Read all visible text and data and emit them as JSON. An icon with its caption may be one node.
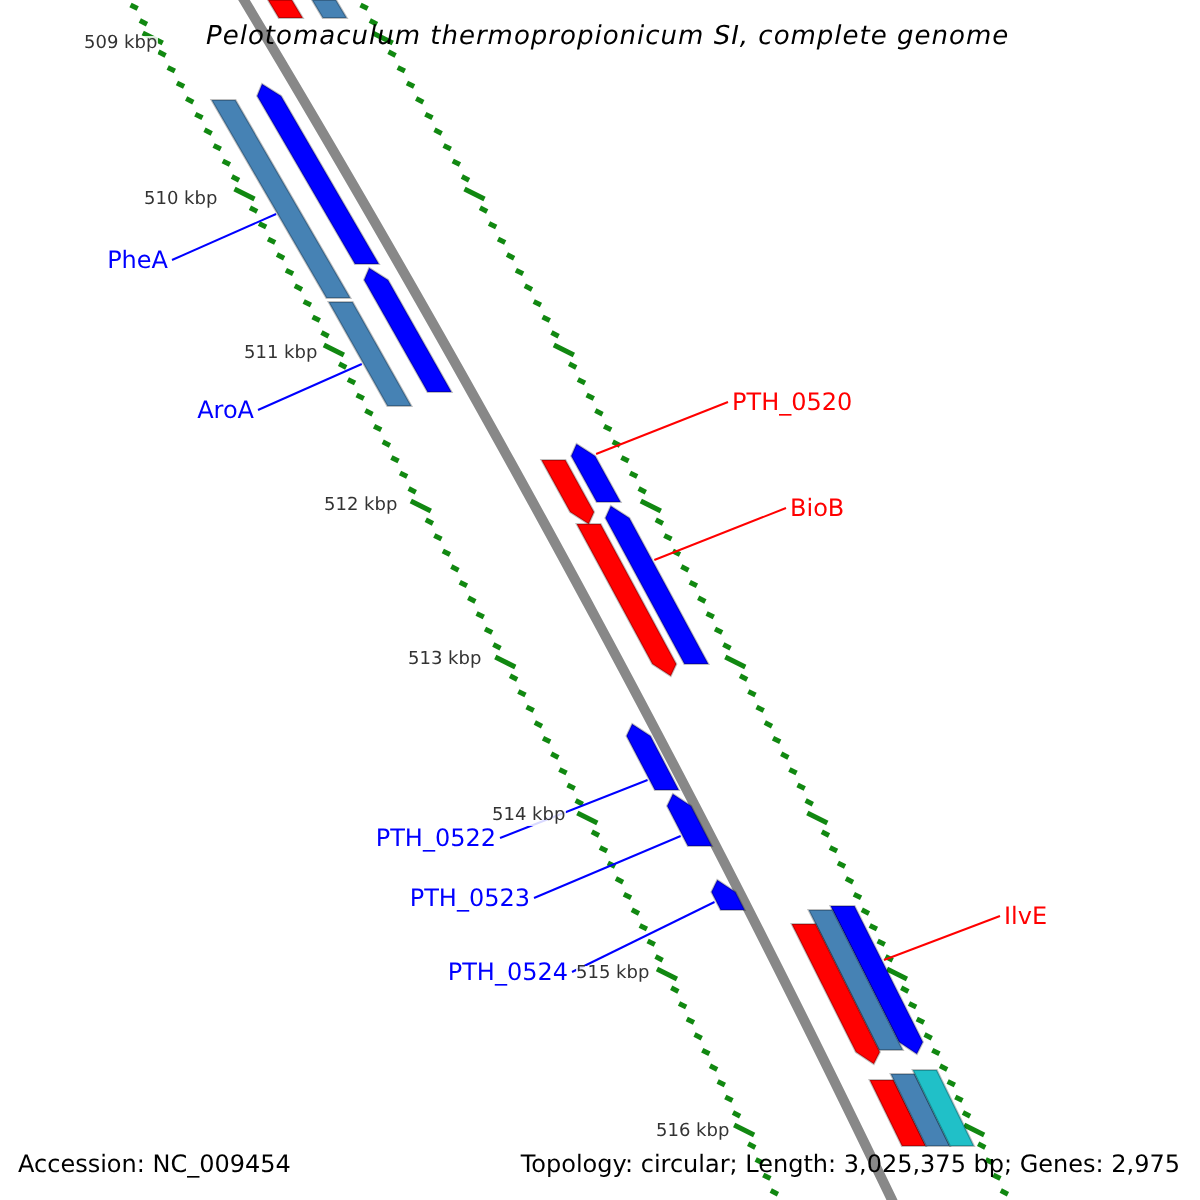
{
  "diagram": {
    "title": "Pelotomaculum thermopropionicum SI, complete genome",
    "nodes": [
      {
        "text": [
          "PheA"
        ]
      },
      {
        "text": [
          "AroA"
        ]
      },
      {
        "text": [
          "PTH_0520"
        ]
      },
      {
        "text": [
          "BioB"
        ]
      },
      {
        "text": [
          "PTH_0522"
        ]
      },
      {
        "text": [
          "PTH_0523"
        ]
      },
      {
        "text": [
          "PTH_0524"
        ]
      },
      {
        "text": [
          "IlvE"
        ]
      },
      {
        "text": [],
        "shape": "bar"
      },
      {
        "text": [],
        "shape": "bar"
      },
      {
        "text": [],
        "shape": "arrow"
      },
      {
        "text": [],
        "shape": "arrow"
      },
      {
        "text": [],
        "shape": "arrow"
      },
      {
        "text": [],
        "shape": "arrow"
      },
      {
        "text": [],
        "shape": "arrow"
      },
      {
        "text": [],
        "shape": "arrow"
      },
      {
        "text": [],
        "shape": "bar"
      },
      {
        "text": [],
        "shape": "bar"
      },
      {
        "text": [],
        "shape": "arrow"
      },
      {
        "text": [],
        "shape": "arrow"
      },
      {
        "text": [],
        "shape": "arrow"
      },
      {
        "text": [],
        "shape": "arrow"
      },
      {
        "text": [],
        "shape": "bar"
      },
      {
        "text": [],
        "shape": "arrow"
      },
      {
        "text": [],
        "shape": "bar"
      },
      {
        "text": [],
        "shape": "bar"
      },
      {
        "text": [],
        "shape": "bar"
      }
    ],
    "edges": [
      {
        "from": 0,
        "to": 8,
        "arrow": "none"
      },
      {
        "from": 1,
        "to": 9,
        "arrow": "none"
      },
      {
        "from": 2,
        "to": 10,
        "arrow": "none",
        "color": "#ff0000"
      },
      {
        "from": 3,
        "to": 11,
        "arrow": "none",
        "color": "#ff0000"
      },
      {
        "from": 4,
        "to": 12,
        "arrow": "none"
      },
      {
        "from": 5,
        "to": 13,
        "arrow": "none"
      },
      {
        "from": 6,
        "to": 14,
        "arrow": "none"
      },
      {
        "from": 7,
        "to": 15,
        "arrow": "none",
        "color": "#ff0000"
      }
    ],
    "labels": [
      "509 kbp",
      "510 kbp",
      "511 kbp",
      "512 kbp",
      "513 kbp",
      "514 kbp",
      "515 kbp",
      "516 kbp",
      "Accession: NC_009454",
      "Topology: circular; Length: 3,025,375 bp; Genes: 2,975"
    ]
  }
}
